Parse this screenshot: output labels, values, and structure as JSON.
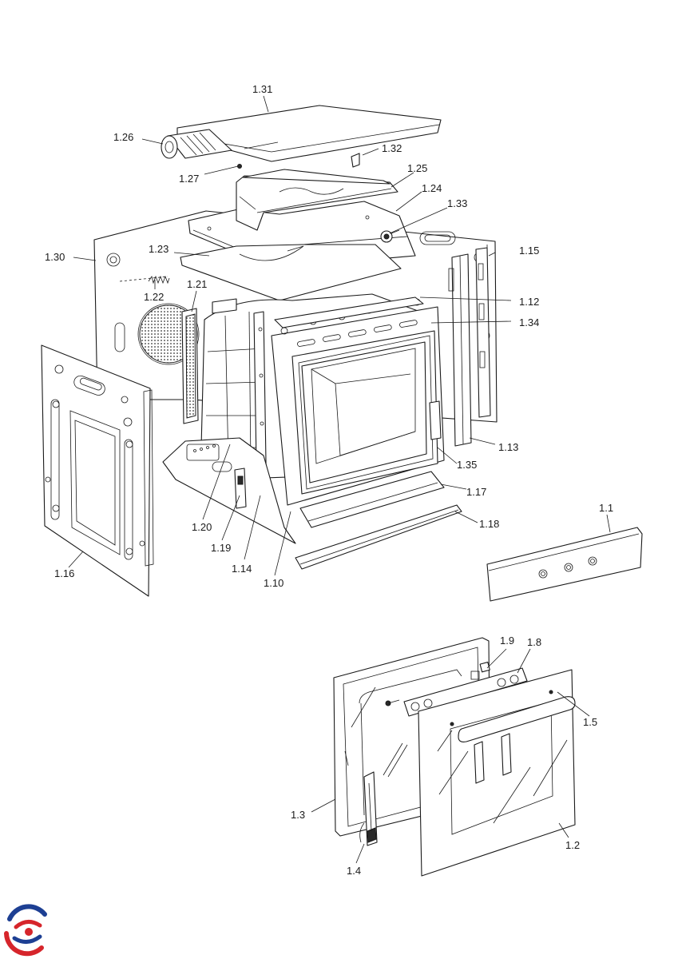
{
  "labels": {
    "l_1_31": "1.31",
    "l_1_26": "1.26",
    "l_1_32": "1.32",
    "l_1_27": "1.27",
    "l_1_25": "1.25",
    "l_1_24": "1.24",
    "l_1_33": "1.33",
    "l_1_30": "1.30",
    "l_1_23": "1.23",
    "l_1_15": "1.15",
    "l_1_22": "1.22",
    "l_1_21": "1.21",
    "l_1_12": "1.12",
    "l_1_34": "1.34",
    "l_1_13": "1.13",
    "l_1_35": "1.35",
    "l_1_17": "1.17",
    "l_1_18": "1.18",
    "l_1_20": "1.20",
    "l_1_19": "1.19",
    "l_1_14": "1.14",
    "l_1_10": "1.10",
    "l_1_16": "1.16",
    "l_1_1": "1.1",
    "l_1_9": "1.9",
    "l_1_8": "1.8",
    "l_1_5": "1.5",
    "l_1_3": "1.3",
    "l_1_2": "1.2",
    "l_1_4": "1.4"
  },
  "colors": {
    "line": "#1a1a1a",
    "logo_red": "#d6252b",
    "logo_blue": "#1d3f93"
  },
  "logo": {
    "icon": "brand-logo-icon"
  }
}
